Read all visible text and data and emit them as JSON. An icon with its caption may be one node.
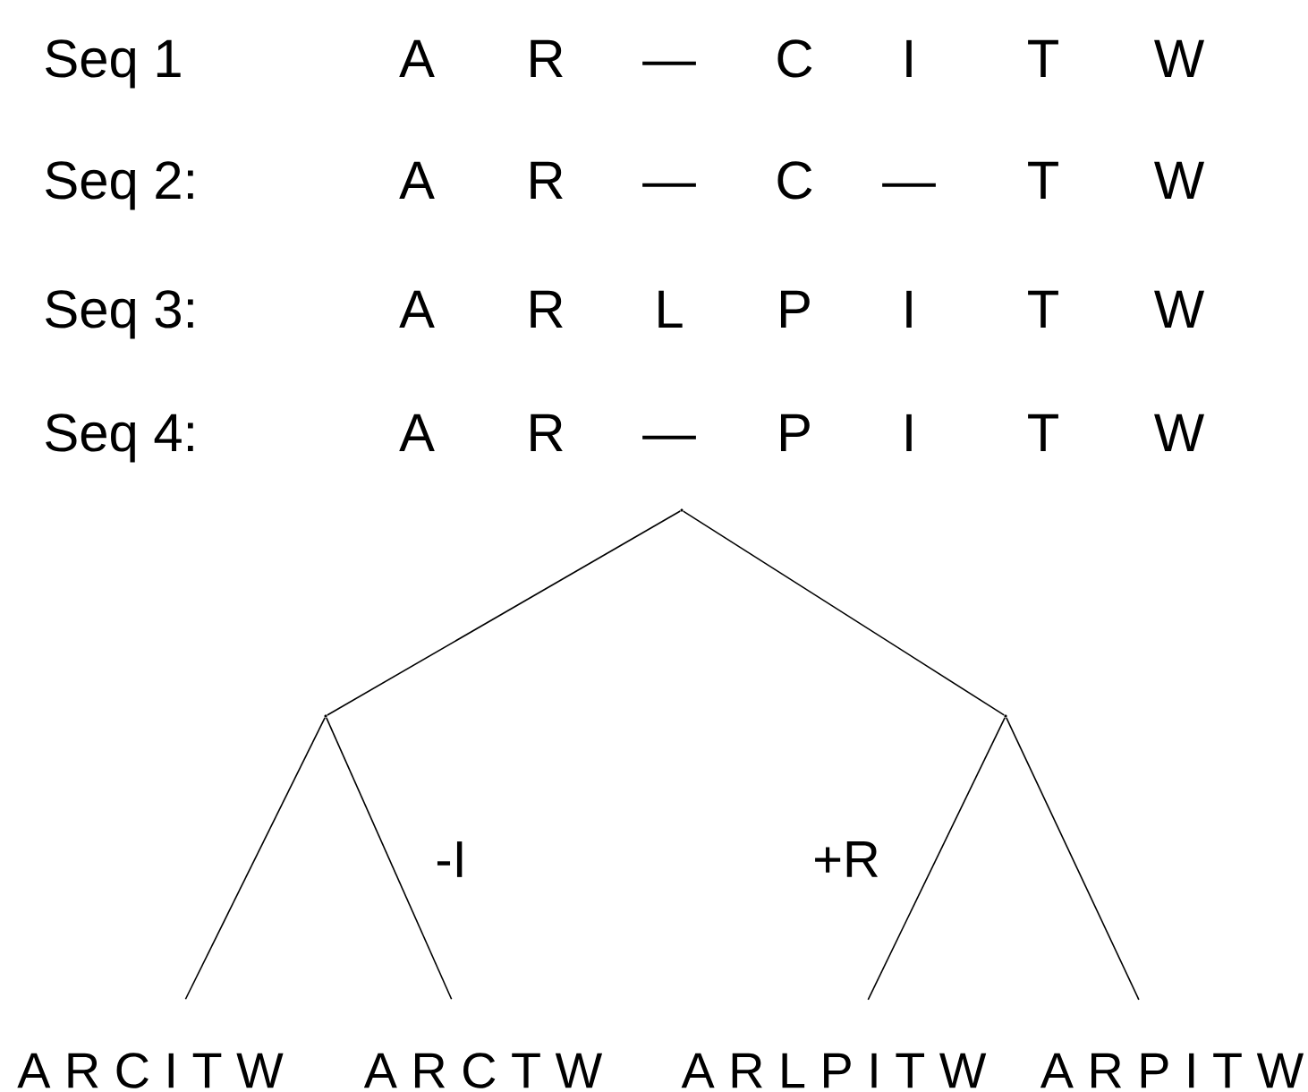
{
  "diagram": {
    "nodes": [
      {
        "text": [],
        "shape": "point"
      },
      {
        "text": [],
        "shape": "point"
      },
      {
        "text": [],
        "shape": "point"
      },
      {
        "text": [
          "A R C I T W"
        ]
      },
      {
        "text": [
          "A R C T W"
        ]
      },
      {
        "text": [
          "A R L P I T W"
        ]
      },
      {
        "text": [
          "A R P I T W"
        ]
      }
    ],
    "edges": [
      {
        "from": 0,
        "to": 1,
        "arrow": "none"
      },
      {
        "from": 0,
        "to": 2,
        "arrow": "none"
      },
      {
        "from": 1,
        "to": 3,
        "arrow": "none"
      },
      {
        "from": 1,
        "to": 4,
        "arrow": "none",
        "label": "-I"
      },
      {
        "from": 2,
        "to": 5,
        "arrow": "none",
        "label": "+R"
      },
      {
        "from": 2,
        "to": 6,
        "arrow": "none"
      }
    ],
    "labels": [
      "Seq 1",
      "A",
      "R",
      "—",
      "C",
      "I",
      "T",
      "W",
      "Seq 2:",
      "A",
      "R",
      "—",
      "C",
      "—",
      "T",
      "W",
      "Seq 3:",
      "A",
      "R",
      "L",
      "P",
      "I",
      "T",
      "W",
      "Seq 4:",
      "A",
      "R",
      "—",
      "P",
      "I",
      "T",
      "W"
    ]
  }
}
